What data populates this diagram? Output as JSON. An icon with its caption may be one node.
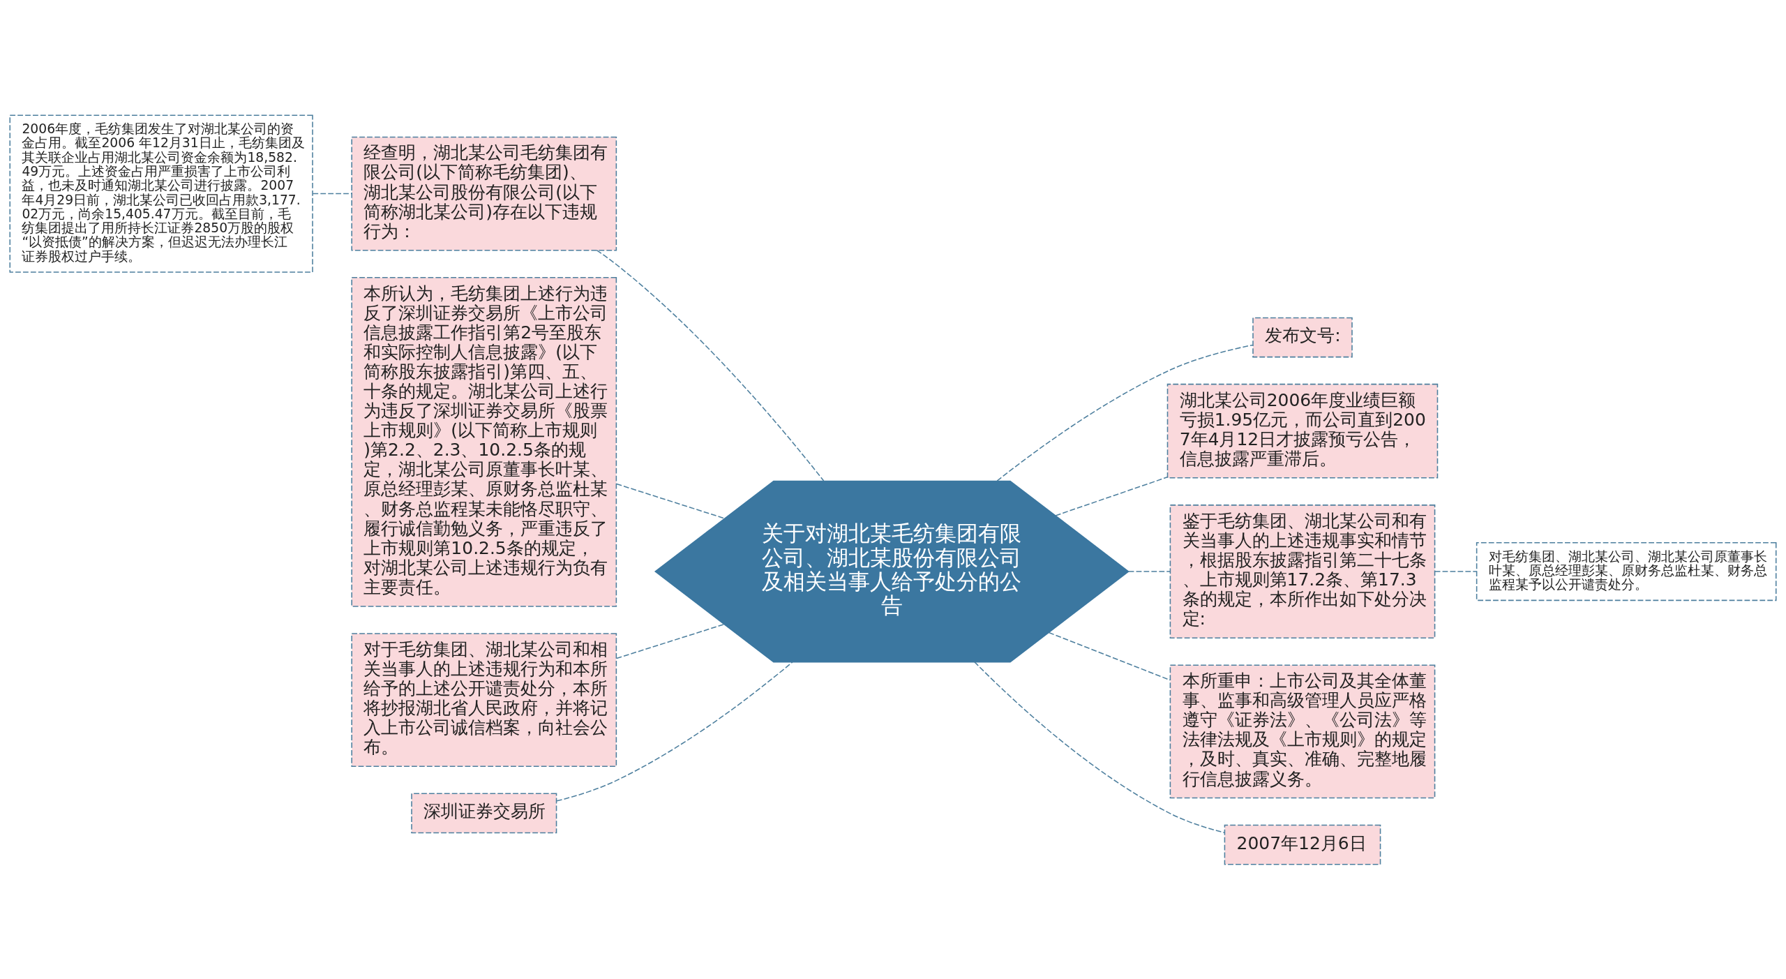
{
  "diagram": {
    "nodes": [
      {
        "text": [
          "关于对湖北某毛纺集团有限公司、湖北某股份有限公司及相关当事人给予处分的公告"
        ]
      },
      {
        "text": [
          "2006年度，毛纺集团发生了对湖北某公司的资金占用。截至2006 年12月31日止，毛纺集团及其关联企业占用湖北某公司资金余额为18,582.49万元。上述资金占用严重损害了上市公司利益，也未及时通知湖北某公司进行披露。2007年4月29日前，湖北某公司已收回占用款3,177.02万元，尚余15,405.47万元。截至目前，毛纺集团提出了用所持长江证券2850万股的股权“以资抵债”的解决方案，但迟迟无法办理长江证券股权过户手续。"
        ]
      },
      {
        "text": [
          "经查明，湖北某公司毛纺集团有限公司(以下简称毛纺集团)、湖北某公司股份有限公司(以下简称湖北某公司)存在以下违规行为："
        ]
      },
      {
        "text": [
          "本所认为，毛纺集团上述行为违反了深圳证券交易所《上市公司信息披露工作指引第2号至股东和实际控制人信息披露》(以下简称股东披露指引)第四、五、十条的规定。湖北某公司上述行为违反了深圳证券交易所《股票上市规则》(以下简称上市规则)第2.2、2.3、10.2.5条的规定，湖北某公司原董事长叶某、原总经理彭某、原财务总监杜某、财务总监程某未能恪尽职守、履行诚信勤勉义务，严重违反了上市规则第10.2.5条的规定，对湖北某公司上述违规行为负有主要责任。"
        ]
      },
      {
        "text": [
          "对于毛纺集团、湖北某公司和相关当事人的上述违规行为和本所给予的上述公开谴责处分，本所将抄报湖北省人民政府，并将记入上市公司诚信档案，向社会公布。"
        ]
      },
      {
        "text": [
          "深圳证券交易所"
        ]
      },
      {
        "text": [
          "发布文号:"
        ]
      },
      {
        "text": [
          "湖北某公司2006年度业绩巨额亏损1.95亿元，而公司直到2007年4月12日才披露预亏公告，信息披露严重滞后。"
        ]
      },
      {
        "text": [
          "鉴于毛纺集团、湖北某公司和有关当事人的上述违规事实和情节，根据股东披露指引第二十七条、上市规则第17.2条、第17.3条的规定，本所作出如下处分决定:"
        ]
      },
      {
        "text": [
          "本所重申：上市公司及其全体董事、监事和高级管理人员应严格遵守《证券法》、《公司法》等法律法规及《上市规则》的规定，及时、真实、准确、完整地履行信息披露义务。"
        ]
      },
      {
        "text": [
          "2007年12月6日"
        ]
      },
      {
        "text": [
          "对毛纺集团、湖北某公司、湖北某公司原董事长叶某、原总经理彭某、原财务总监杜某、财务总监程某予以公开谴责处分。"
        ]
      }
    ],
    "edges": [
      {
        "from": 0,
        "to": 2,
        "arrow": "none",
        "style": "dashed"
      },
      {
        "from": 2,
        "to": 1,
        "arrow": "none",
        "style": "dashed"
      },
      {
        "from": 0,
        "to": 3,
        "arrow": "none",
        "style": "dashed"
      },
      {
        "from": 0,
        "to": 4,
        "arrow": "none",
        "style": "dashed"
      },
      {
        "from": 0,
        "to": 5,
        "arrow": "none",
        "style": "dashed"
      },
      {
        "from": 0,
        "to": 6,
        "arrow": "none",
        "style": "dashed"
      },
      {
        "from": 0,
        "to": 7,
        "arrow": "none",
        "style": "dashed"
      },
      {
        "from": 0,
        "to": 8,
        "arrow": "none",
        "style": "dashed"
      },
      {
        "from": 8,
        "to": 11,
        "arrow": "none",
        "style": "dashed"
      },
      {
        "from": 0,
        "to": 9,
        "arrow": "none",
        "style": "dashed"
      },
      {
        "from": 0,
        "to": 10,
        "arrow": "none",
        "style": "dashed"
      }
    ]
  }
}
